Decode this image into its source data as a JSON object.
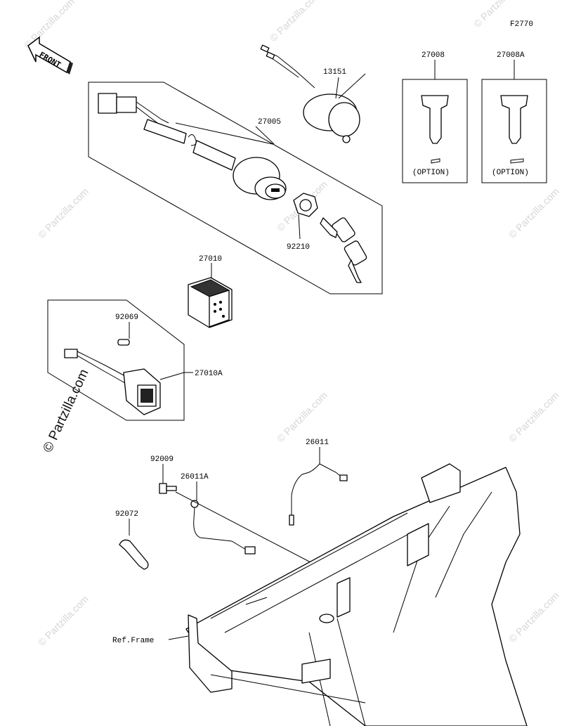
{
  "figure_code": "F2770",
  "front_arrow_label": "FRONT",
  "side_copyright": "© Partzilla.com",
  "watermark_text": "© Partzilla.com",
  "parts": [
    {
      "id": "13151",
      "label": "13151"
    },
    {
      "id": "27005",
      "label": "27005"
    },
    {
      "id": "27008",
      "label": "27008",
      "note": "(OPTION)"
    },
    {
      "id": "27008A",
      "label": "27008A",
      "note": "(OPTION)"
    },
    {
      "id": "92210",
      "label": "92210"
    },
    {
      "id": "27010",
      "label": "27010"
    },
    {
      "id": "92069",
      "label": "92069"
    },
    {
      "id": "27010A",
      "label": "27010A"
    },
    {
      "id": "26011",
      "label": "26011"
    },
    {
      "id": "92009",
      "label": "92009"
    },
    {
      "id": "26011A",
      "label": "26011A"
    },
    {
      "id": "92072",
      "label": "92072"
    }
  ],
  "frame_reference": "Ref.Frame"
}
